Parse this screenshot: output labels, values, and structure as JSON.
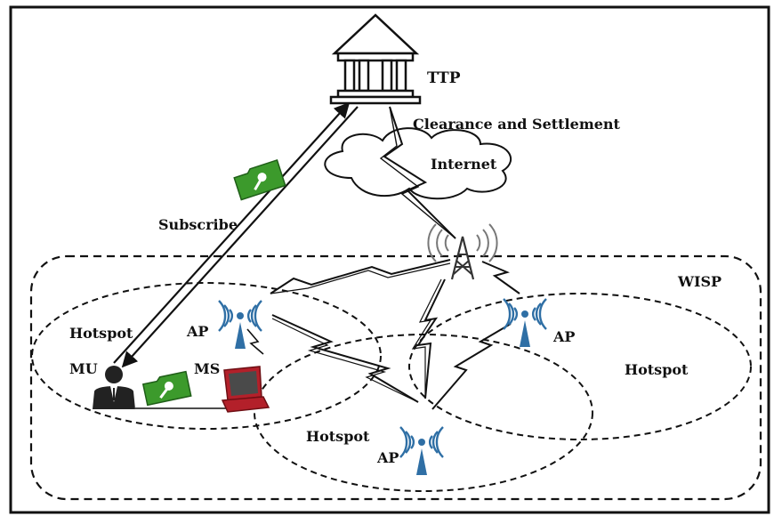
{
  "labels": {
    "ttp": "TTP",
    "clearance": "Clearance and Settlement",
    "internet": "Internet",
    "subscribe": "Subscribe",
    "wisp": "WISP",
    "hotspot_left": "Hotspot",
    "hotspot_right": "Hotspot",
    "hotspot_bottom": "Hotspot",
    "ap_left": "AP",
    "ap_right": "AP",
    "ap_bottom": "AP",
    "mu": "MU",
    "ms": "MS"
  },
  "colors": {
    "ap_blue": "#2f6fa5",
    "key_green": "#3c9a2c",
    "laptop_red": "#b3202a",
    "tower_gray": "#9a9a9a"
  },
  "icons": [
    "bank-icon",
    "cloud-icon",
    "tower-icon",
    "ap-icon",
    "user-icon",
    "laptop-icon",
    "key-folder-icon"
  ]
}
